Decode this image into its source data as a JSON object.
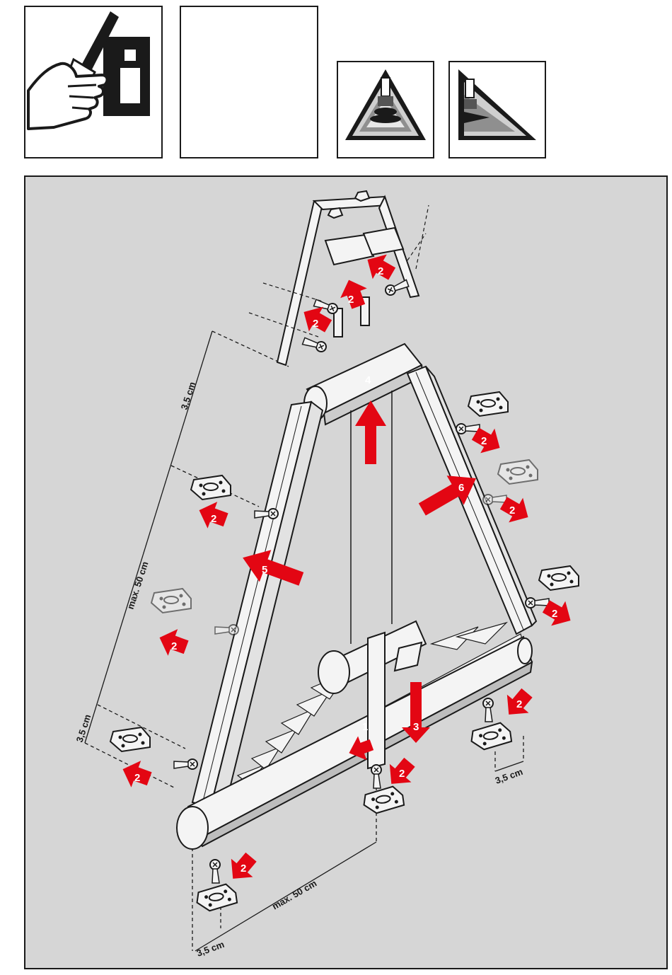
{
  "colors": {
    "arrow": "#e30613",
    "panel": "#d6d6d6",
    "line": "#1a1a1a",
    "part": "#f4f4f4"
  },
  "icons": {
    "info": "screwdriver-info-icon",
    "tri_a": "triangle-tensioner-icon",
    "tri_b": "right-triangle-tensioner-icon"
  },
  "dimensions": {
    "left_top": "3,5 cm",
    "left_middle": "max. 50 cm",
    "left_bottom": "3,5 cm",
    "bottom_middle": "max. 50 cm",
    "bottom_left": "3,5 cm",
    "bottom_right": "3,5 cm"
  },
  "steps": {
    "s1": "1",
    "s2": "2",
    "s3": "3",
    "s4": "4",
    "s5": "5",
    "s6": "6"
  }
}
